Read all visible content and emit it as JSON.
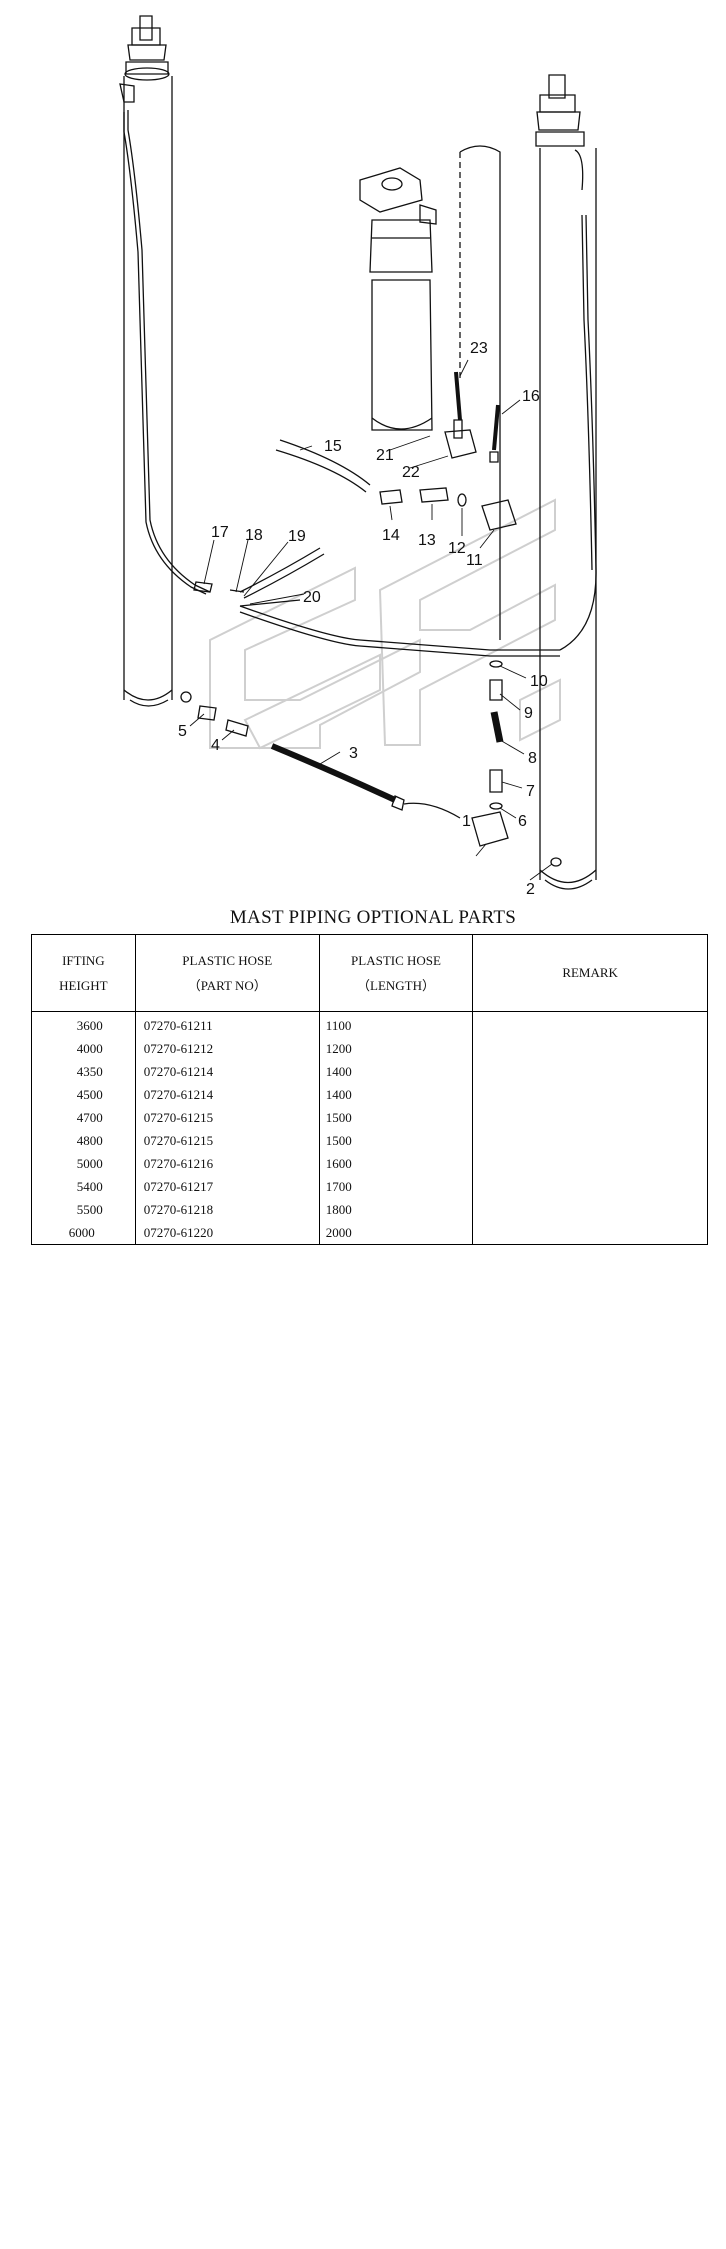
{
  "drawing": {
    "callouts": [
      "1",
      "2",
      "3",
      "4",
      "5",
      "6",
      "7",
      "8",
      "9",
      "10",
      "11",
      "12",
      "13",
      "14",
      "15",
      "16",
      "17",
      "18",
      "19",
      "20",
      "21",
      "22",
      "23"
    ]
  },
  "table": {
    "title": "MAST PIPING OPTIONAL PARTS",
    "headers": {
      "col1_line1": "IFTING",
      "col1_line2": "HEIGHT",
      "col2_line1": "PLASTIC HOSE",
      "col2_line2": "（PART NO）",
      "col3_line1": "PLASTIC HOSE",
      "col3_line2": "（LENGTH）",
      "col4": "REMARK"
    },
    "rows": [
      {
        "height": "3600",
        "part_no": "07270-61211",
        "length": "1100",
        "remark": ""
      },
      {
        "height": "4000",
        "part_no": "07270-61212",
        "length": "1200",
        "remark": ""
      },
      {
        "height": "4350",
        "part_no": "07270-61214",
        "length": "1400",
        "remark": ""
      },
      {
        "height": "4500",
        "part_no": "07270-61214",
        "length": "1400",
        "remark": ""
      },
      {
        "height": "4700",
        "part_no": "07270-61215",
        "length": "1500",
        "remark": ""
      },
      {
        "height": "4800",
        "part_no": "07270-61215",
        "length": "1500",
        "remark": ""
      },
      {
        "height": "5000",
        "part_no": "07270-61216",
        "length": "1600",
        "remark": ""
      },
      {
        "height": "5400",
        "part_no": "07270-61217",
        "length": "1700",
        "remark": ""
      },
      {
        "height": "5500",
        "part_no": "07270-61218",
        "length": "1800",
        "remark": ""
      },
      {
        "height": "6000",
        "part_no": "07270-61220",
        "length": "2000",
        "remark": ""
      }
    ]
  }
}
